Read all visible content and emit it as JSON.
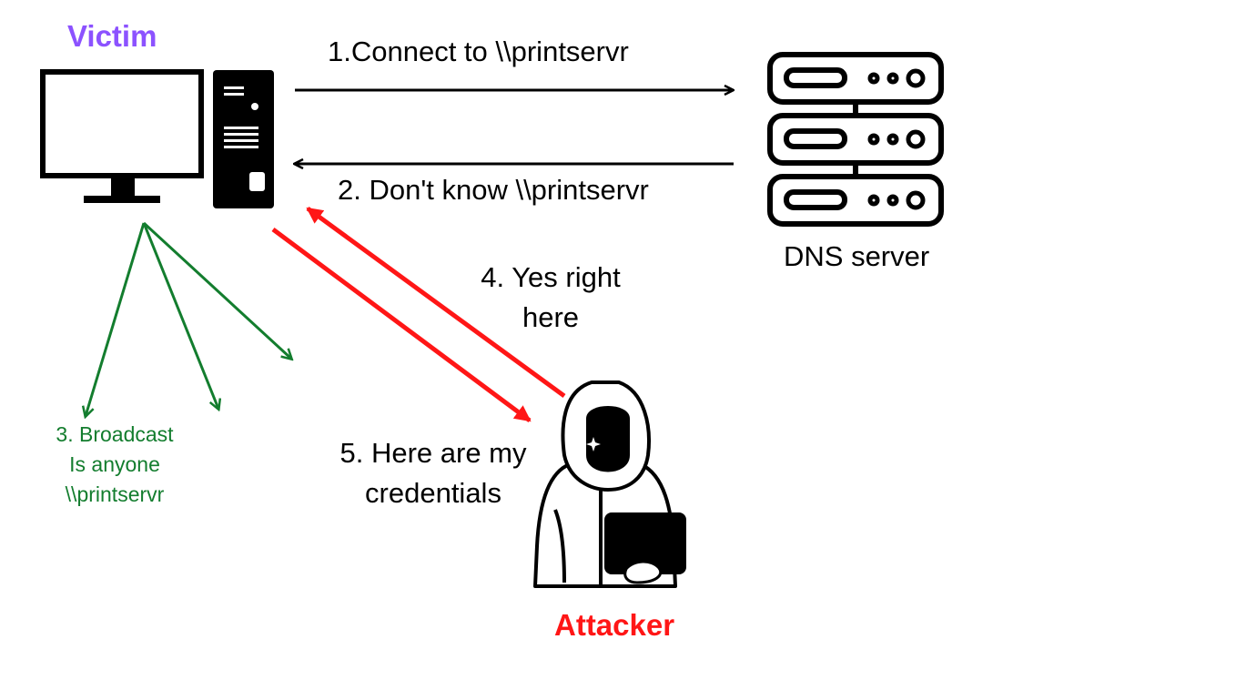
{
  "victim": {
    "label": "Victim",
    "color": "#8c52ff"
  },
  "attacker": {
    "label": "Attacker",
    "color": "#ff1616"
  },
  "dns_server": {
    "label": "DNS server"
  },
  "steps": {
    "step1": "1.Connect to \\\\printservr",
    "step2": "2. Don't know \\\\printservr",
    "step3_line1": "3. Broadcast",
    "step3_line2": "Is anyone",
    "step3_line3": "\\\\printservr",
    "step4_line1": "4. Yes right",
    "step4_line2": "here",
    "step5_line1": "5. Here are my",
    "step5_line2": "credentials"
  },
  "colors": {
    "request_arrow": "#000000",
    "broadcast_arrow": "#137d2e",
    "attack_arrow": "#ff1616"
  },
  "icons": [
    "monitor-icon",
    "pc-tower-icon",
    "server-rack-icon",
    "hooded-hacker-icon",
    "laptop-icon"
  ]
}
